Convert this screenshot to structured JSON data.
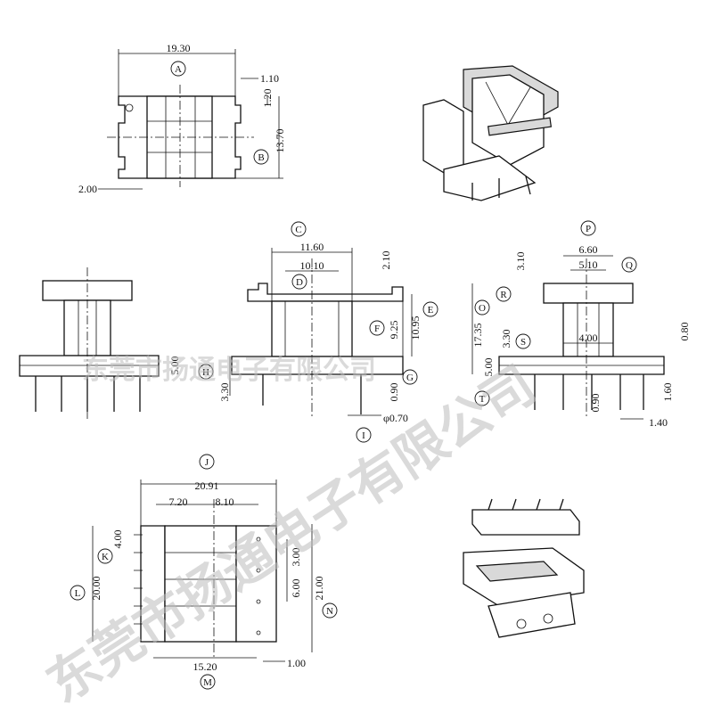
{
  "dimensions": {
    "top": {
      "width": "19.30",
      "slot_gap": "1.10",
      "slot_height": "1.20",
      "height": "13.70",
      "base_gap": "2.00"
    },
    "front": {
      "flange_depth": "5.00",
      "pin_length": "3.30"
    },
    "side_middle": {
      "total_width": "11.60",
      "inner_width": "10.10",
      "top_offset": "2.10",
      "height_95": "9.25",
      "height_total": "10.95",
      "pin_step": "0.90",
      "pin_dia": "φ0.70"
    },
    "side_right": {
      "top_span": "6.60",
      "inner_span": "5.10",
      "top_gap": "3.10",
      "total_height": "17.35",
      "step_330": "3.30",
      "center_span": "4.00",
      "lower_500": "5.00",
      "pin_090": "0.90",
      "top_080": "0.80",
      "pin_160": "1.60",
      "pin_pitch": "1.40"
    },
    "bottom": {
      "total": "20.91",
      "left_span": "7.20",
      "right_span": "8.10",
      "pitch_k": "4.00",
      "height_l": "20.00",
      "slot_300": "3.00",
      "slot_600": "6.00",
      "height_n": "21.00",
      "base_m": "15.20",
      "offset": "1.00"
    }
  },
  "callouts": [
    "A",
    "B",
    "C",
    "D",
    "E",
    "F",
    "G",
    "H",
    "I",
    "J",
    "K",
    "L",
    "M",
    "N",
    "O",
    "P",
    "Q",
    "R",
    "S",
    "T"
  ],
  "watermark": {
    "line1": "东莞市扬通电子有限公司",
    "line2": "东莞市扬通电子有限公司"
  },
  "colors": {
    "line": "#111111",
    "watermark": "#bdbdbd",
    "fill": "#d9d9d9"
  }
}
